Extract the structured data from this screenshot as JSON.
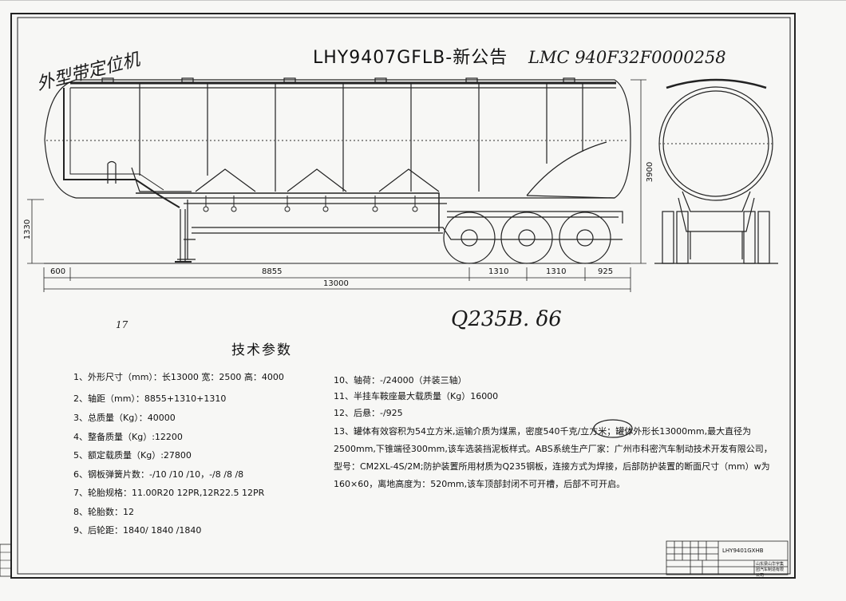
{
  "drawing": {
    "model_title": "LHY9407GFLB-新公告",
    "handwritten_left": "外型带定位机",
    "handwritten_vin": "LMC 940F32F0000258",
    "handwritten_material": "Q235B.  δ6",
    "handwritten_mark": "17"
  },
  "dimensions": {
    "height_total": "3900",
    "height_front": "1330",
    "front_overhang": "600",
    "king_to_axle": "8855",
    "length_total": "13000",
    "axle_gap_1": "1310",
    "axle_gap_2": "1310",
    "rear_overhang": "925"
  },
  "specs": {
    "heading": "技术参数",
    "left": [
      "1、外形尺寸（mm）：长13000 宽：2500  高：4000",
      "2、轴距（mm）：8855+1310+1310",
      "3、总质量（Kg）：40000",
      "4、整备质量（Kg）:12200",
      "5、额定载质量（Kg）:27800",
      "6、钢板弹簧片数：-/10 /10 /10，-/8 /8 /8",
      "7、轮胎规格：11.00R20  12PR,12R22.5  12PR",
      "8、轮胎数：12",
      "9、后轮距：1840/ 1840 /1840"
    ],
    "right": [
      "10、轴荷：-/24000（并装三轴）",
      "11、半挂车鞍座最大载质量（Kg）16000",
      "12、后悬：-/925"
    ],
    "note13": "13、罐体有效容积为54立方米,运输介质为煤黑，密度540千克/立方米；罐体外形长13000mm,最大直径为2500mm,下锥端径300mm,该车选装挡泥板样式。ABS系统生产厂家：广州市科密汽车制动技术开发有限公司，型号：CM2XL-4S/2M;防护装置所用材质为Q235钢板，连接方式为焊接，后部防护装置的断面尺寸（mm）w为160×60，离地高度为：520mm,该车顶部封闭不可开槽，后部不可开启。"
  },
  "title_block": {
    "drawing_no": "LHY9401GXHB",
    "company": "山东梁山华宇集团汽车制造有限公司"
  }
}
